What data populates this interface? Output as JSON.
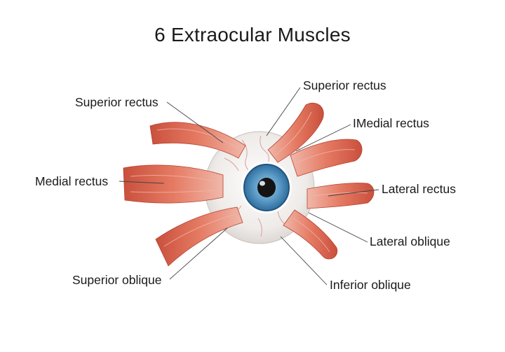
{
  "title": "6 Extraocular Muscles",
  "labels": {
    "left_superior_rectus": "Superior rectus",
    "left_medial_rectus": "Medial rectus",
    "left_superior_oblique": "Superior oblique",
    "right_superior_rectus": "Superior rectus",
    "right_medial_rectus": "IMedial rectus",
    "right_lateral_rectus": "Lateral rectus",
    "right_lateral_oblique": "Lateral oblique",
    "right_inferior_oblique": "Inferior oblique"
  },
  "colors": {
    "muscle": "#e06a55",
    "muscle_dark": "#b8402f",
    "tendon": "#f4ded8",
    "sclera": "#f2f0ee",
    "iris": "#5f9ec9",
    "iris_dark": "#2f6e9e",
    "pupil": "#141414",
    "leader_line": "#444444"
  }
}
